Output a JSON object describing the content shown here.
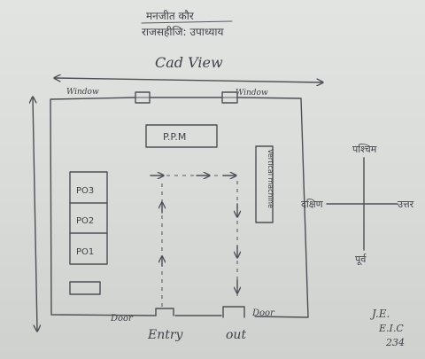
{
  "header": {
    "line1": "मनजीत कौर",
    "line2": "राजसहीजि: उपाध्याय"
  },
  "diagram": {
    "title": "Cad View",
    "window_left": "Window",
    "window_right": "Window",
    "ppm_label": "P.P.M",
    "vertical_box_label": "Vertical machine",
    "po_boxes": [
      "PO3",
      "PO2",
      "PO1"
    ],
    "door_left": "Door",
    "door_right": "Door",
    "entry_label": "Entry",
    "out_label": "out"
  },
  "compass": {
    "north": "पश्चिम",
    "south": "पूर्व",
    "west": "दक्षिण",
    "east": "उत्तर"
  },
  "signature": {
    "line1": "J.E.",
    "line2": "E.I.C",
    "line3": "234"
  }
}
